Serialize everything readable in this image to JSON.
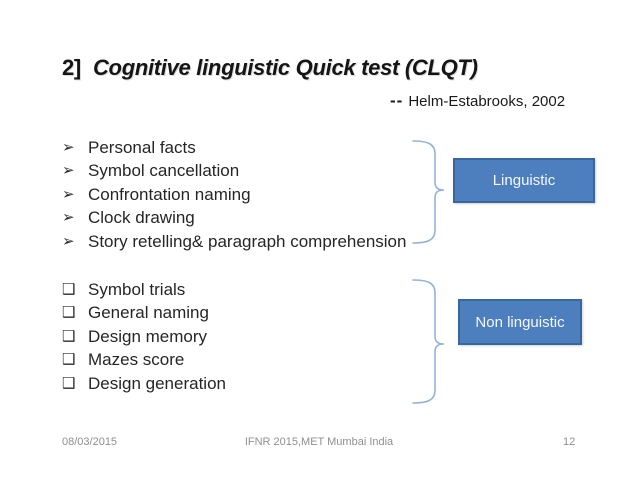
{
  "slide": {
    "title": {
      "prefix": "2]",
      "main": "Cognitive linguistic Quick test (CLQT)"
    },
    "attribution": {
      "dashes": "--",
      "text": "Helm-Estabrooks, 2002"
    },
    "linguistic_list": {
      "bullet": "➢",
      "items": [
        "Personal facts",
        "Symbol cancellation",
        "Confrontation naming",
        "Clock drawing",
        "Story retelling& paragraph comprehension"
      ]
    },
    "non_linguistic_list": {
      "bullet": "❑",
      "items": [
        "Symbol trials",
        "General naming",
        "Design memory",
        "Mazes score",
        "Design generation"
      ]
    },
    "labels": {
      "linguistic": "Linguistic",
      "non_linguistic": "Non linguistic"
    },
    "colors": {
      "box_fill": "#4d7ebd",
      "box_border": "#38669e",
      "box_text": "#f4f8fc",
      "brace": "#95b3d7",
      "body_text": "#262626",
      "footer_text": "#8f8f8f"
    },
    "footer": {
      "date": "08/03/2015",
      "center": "IFNR 2015,MET Mumbai India",
      "page_number": "12"
    }
  }
}
